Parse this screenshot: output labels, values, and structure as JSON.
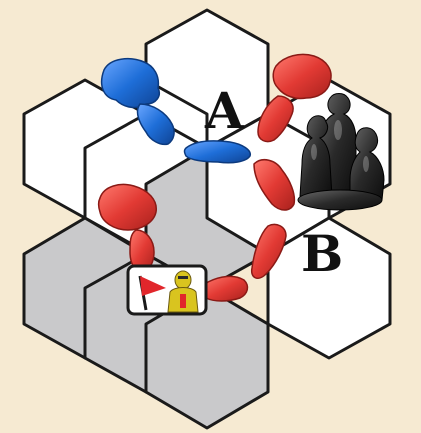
{
  "colors": {
    "background": "#f6ead2",
    "hex_white": "#ffffff",
    "hex_gray": "#c9c9cb",
    "hex_stroke": "#1a1a1a",
    "wall_red": "#e23a34",
    "wall_blue": "#1e6ed8",
    "figure_black": "#2a2a2a",
    "banner_red": "#e1262b",
    "knight_yellow": "#d9c41f"
  },
  "board": {
    "hexes": [
      {
        "name": "hex-top",
        "shade": "white"
      },
      {
        "name": "hex-upper-left",
        "shade": "white"
      },
      {
        "name": "hex-a",
        "shade": "white"
      },
      {
        "name": "hex-center",
        "shade": "gray"
      },
      {
        "name": "hex-upper-right",
        "shade": "white"
      },
      {
        "name": "hex-lower-left",
        "shade": "gray"
      },
      {
        "name": "hex-b",
        "shade": "white"
      },
      {
        "name": "hex-bottom",
        "shade": "gray"
      }
    ],
    "labels": {
      "a": "A",
      "b": "B"
    },
    "pieces": {
      "blue_walls": 3,
      "red_walls": 7,
      "figure_group": "black-figure-group",
      "unit_card": "knight-banner-card"
    }
  }
}
